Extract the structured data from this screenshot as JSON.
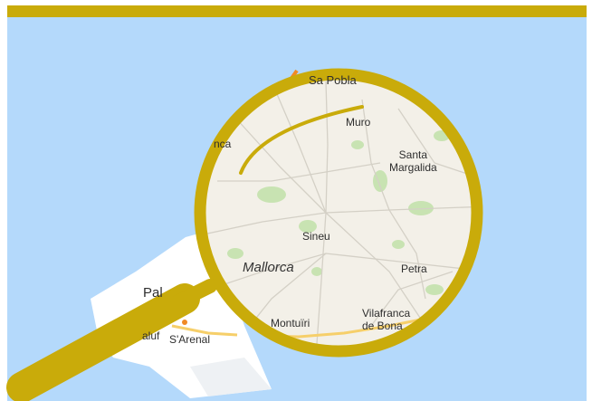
{
  "map": {
    "colors": {
      "sea": "#b4d9fb",
      "land": "#f3f0e8",
      "accent": "#c9ab0a",
      "highway": "#f08a24",
      "road": "#f6cf6a",
      "green": "#c8e3b2"
    },
    "icon": "magnifying-glass-icon",
    "labels": {
      "sa_pobla": "Sa Pobla",
      "muro": "Muro",
      "inca_partial": "nca",
      "santa_margalida": "Santa\nMargalida",
      "sineu": "Sineu",
      "mallorca": "Mallorca",
      "petra": "Petra",
      "palma_partial": "Pal",
      "montuiri": "Montuïri",
      "vilafranca": "Vilafranca\nde Bona",
      "magaluf_partial": "aluf",
      "sarenal": "S'Arenal"
    }
  }
}
